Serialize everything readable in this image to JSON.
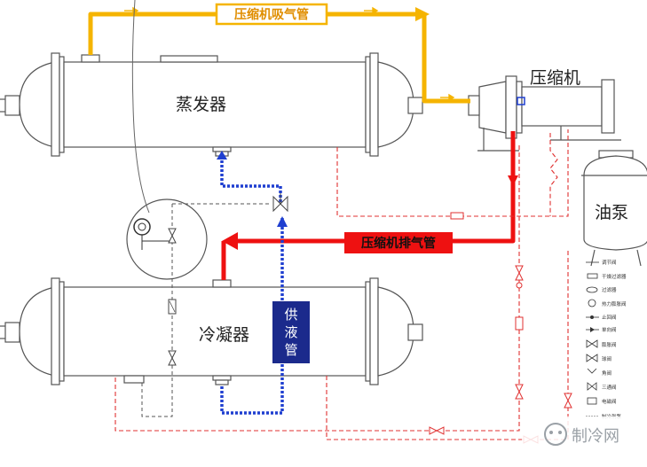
{
  "labels": {
    "suction_pipe": "压缩机吸气管",
    "evaporator": "蒸发器",
    "compressor": "压缩机",
    "oil_pump": "油泵",
    "discharge_pipe": "压缩机排气管",
    "condenser": "冷凝器",
    "supply_pipe_1": "供",
    "supply_pipe_2": "液",
    "supply_pipe_3": "管"
  },
  "legend": [
    "调节阀",
    "干燥过滤器",
    "过滤器",
    "热力膨胀阀",
    "止回阀",
    "单向阀",
    "膨胀阀",
    "球阀",
    "角阀",
    "三通阀",
    "电磁阀",
    "制冷剂泵"
  ],
  "watermark": "制冷网",
  "colors": {
    "suction": "#f5b400",
    "discharge": "#ee1111",
    "supply_box": "#1b2a8c",
    "supply_dots": "#1f3fd0",
    "red_dash": "#e03030",
    "outline": "#444444"
  }
}
